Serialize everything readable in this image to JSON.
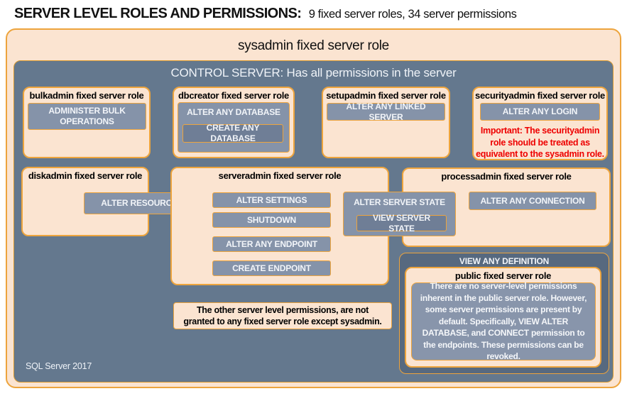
{
  "title": {
    "main": "SERVER LEVEL ROLES AND PERMISSIONS:",
    "suffix": "9 fixed server roles, 34 server permissions"
  },
  "sysadmin_box": {
    "label": "sysadmin fixed server role"
  },
  "control_server": {
    "label": "CONTROL SERVER: Has all permissions in the server"
  },
  "roles": {
    "bulkadmin": {
      "title": "bulkadmin fixed server role",
      "permission": "ADMINISTER BULK OPERATIONS"
    },
    "dbcreator": {
      "title": "dbcreator fixed server role",
      "outer_permission": "ALTER ANY DATABASE",
      "nested_permission": "CREATE ANY DATABASE"
    },
    "setupadmin": {
      "title": "setupadmin fixed server role",
      "permission": "ALTER ANY LINKED SERVER"
    },
    "securityadmin": {
      "title": "securityadmin fixed server role",
      "permission": "ALTER ANY LOGIN",
      "warning": "Important: The securityadmin role should be treated as equivalent to the sysadmin role."
    },
    "diskadmin": {
      "title": "diskadmin fixed server role",
      "permission": "ALTER RESOURCES"
    },
    "serveradmin": {
      "title": "serveradmin fixed server role",
      "permissions": [
        "ALTER SETTINGS",
        "SHUTDOWN",
        "ALTER ANY ENDPOINT",
        "CREATE ENDPOINT"
      ]
    },
    "server_state": {
      "outer_permission": "ALTER SERVER STATE",
      "nested_permission": "VIEW SERVER STATE"
    },
    "processadmin": {
      "title": "processadmin fixed server role",
      "permission": "ALTER ANY CONNECTION"
    },
    "public": {
      "outer_permission": "VIEW ANY DEFINITION",
      "title": "public fixed server role",
      "description": "There are no server-level permissions inherent in the public server role. However, some server permissions are present by default. Specifically, VIEW ALTER DATABASE, and CONNECT permission to the endpoints. These permissions can be revoked."
    }
  },
  "note": "The other server level permissions, are not granted to any fixed server role except sysadmin.",
  "footer": "SQL Server 2017",
  "colors": {
    "peach": "#FBE4D1",
    "gold": "#EDA43D",
    "slate_blue": "#64788E",
    "dark_slate": "#57697F",
    "button_gray": "#8593A9",
    "button_dark": "#6F7E96",
    "warning_red": "#EE0000"
  }
}
